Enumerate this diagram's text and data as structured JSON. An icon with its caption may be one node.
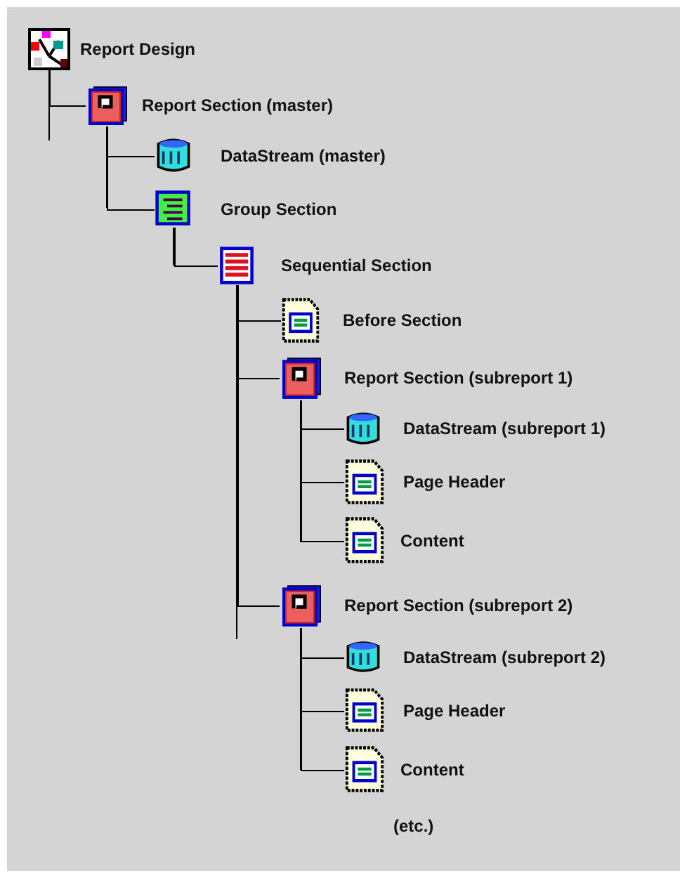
{
  "diagram": {
    "nodes": [
      {
        "text": [
          "Report Design"
        ]
      },
      {
        "text": [
          "Report Section (master)"
        ]
      },
      {
        "text": [
          "DataStream (master)"
        ]
      },
      {
        "text": [
          "Group Section"
        ]
      },
      {
        "text": [
          "Sequential Section"
        ]
      },
      {
        "text": [
          "Before Section"
        ]
      },
      {
        "text": [
          "Report Section (subreport 1)"
        ]
      },
      {
        "text": [
          "DataStream (subreport 1)"
        ]
      },
      {
        "text": [
          "Page Header"
        ]
      },
      {
        "text": [
          "Content"
        ]
      },
      {
        "text": [
          "Report Section (subreport 2)"
        ]
      },
      {
        "text": [
          "DataStream (subreport 2)"
        ]
      },
      {
        "text": [
          "Page Header"
        ]
      },
      {
        "text": [
          "Content"
        ]
      }
    ],
    "edges": [
      {
        "from": 0,
        "to": 1,
        "arrow": "none"
      },
      {
        "from": 1,
        "to": 2,
        "arrow": "none"
      },
      {
        "from": 1,
        "to": 3,
        "arrow": "none"
      },
      {
        "from": 3,
        "to": 4,
        "arrow": "none"
      },
      {
        "from": 4,
        "to": 5,
        "arrow": "none"
      },
      {
        "from": 4,
        "to": 6,
        "arrow": "none"
      },
      {
        "from": 6,
        "to": 7,
        "arrow": "none"
      },
      {
        "from": 6,
        "to": 8,
        "arrow": "none"
      },
      {
        "from": 6,
        "to": 9,
        "arrow": "none"
      },
      {
        "from": 4,
        "to": 10,
        "arrow": "none"
      },
      {
        "from": 10,
        "to": 11,
        "arrow": "none"
      },
      {
        "from": 10,
        "to": 12,
        "arrow": "none"
      },
      {
        "from": 10,
        "to": 13,
        "arrow": "none"
      }
    ],
    "labels": [
      "(etc.)"
    ]
  }
}
